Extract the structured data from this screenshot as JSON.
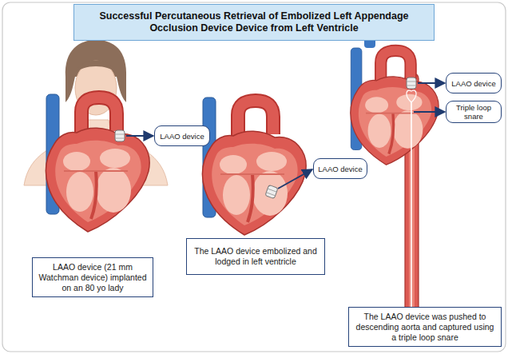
{
  "diagram": {
    "title": "Successful Percutaneous Retrieval of Embolized Left Appendage Occlusion Device Device from Left Ventricle",
    "nodes": [
      {
        "text": [
          "LAAO device"
        ]
      },
      {
        "text": [
          "LAAO device (21 mm Watchman device) implanted on an 80 yo lady"
        ]
      },
      {
        "text": [
          "LAAO device"
        ]
      },
      {
        "text": [
          "The LAAO device embolized and lodged in left ventricle"
        ]
      },
      {
        "text": [
          "LAAO device"
        ]
      },
      {
        "text": [
          "Triple loop snare"
        ]
      },
      {
        "text": [
          "The LAAO device was pushed to descending aorta and captured using a triple loop snare"
        ]
      }
    ]
  }
}
